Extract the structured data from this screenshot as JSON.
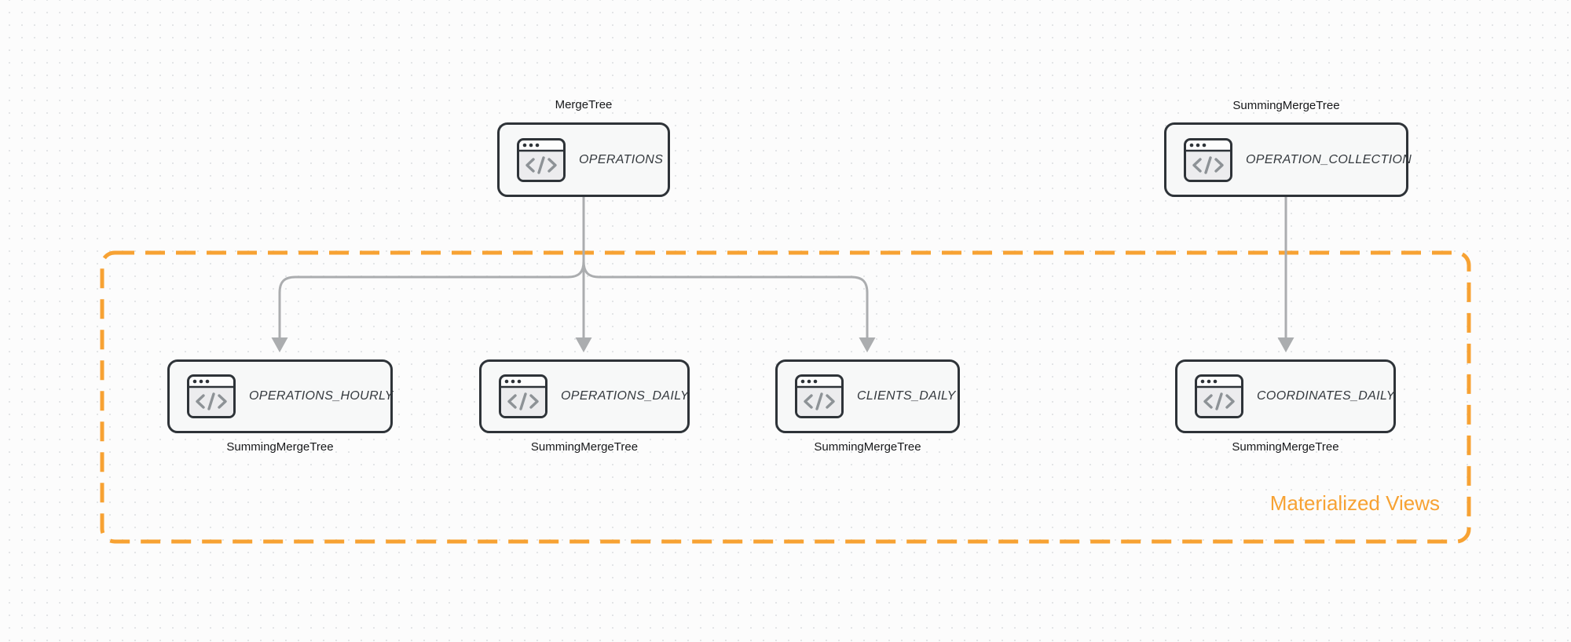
{
  "canvas": {
    "background": "#fcfcfc",
    "grid_dot_color": "#e3e5e7"
  },
  "colors": {
    "node_border": "#2e3338",
    "node_fill": "#f7f8f8",
    "node_title_text": "#34393e",
    "engine_label_text": "#17181a",
    "connector_gray": "#abadaf",
    "icon_glyph_gray": "#8d9296",
    "accent_orange": "#f7a233"
  },
  "nodes": [
    {
      "id": "operations",
      "title": "OPERATIONS",
      "engine": "MergeTree",
      "engine_position": "above",
      "icon": "code-window-icon"
    },
    {
      "id": "operation-collection",
      "title": "OPERATION_COLLECTION",
      "engine": "SummingMergeTree",
      "engine_position": "above",
      "icon": "code-window-icon"
    },
    {
      "id": "operations-hourly",
      "title": "OPERATIONS_HOURLY",
      "engine": "SummingMergeTree",
      "engine_position": "below",
      "icon": "code-window-icon"
    },
    {
      "id": "operations-daily",
      "title": "OPERATIONS_DAILY",
      "engine": "SummingMergeTree",
      "engine_position": "below",
      "icon": "code-window-icon"
    },
    {
      "id": "clients-daily",
      "title": "CLIENTS_DAILY",
      "engine": "SummingMergeTree",
      "engine_position": "below",
      "icon": "code-window-icon"
    },
    {
      "id": "coordinates-daily",
      "title": "COORDINATES_DAILY",
      "engine": "SummingMergeTree",
      "engine_position": "below",
      "icon": "code-window-icon"
    }
  ],
  "edges": [
    {
      "from": "operations",
      "to": "operations-hourly"
    },
    {
      "from": "operations",
      "to": "operations-daily"
    },
    {
      "from": "operations",
      "to": "clients-daily"
    },
    {
      "from": "operation-collection",
      "to": "coordinates-daily"
    }
  ],
  "group": {
    "label": "Materialized Views",
    "style": "dashed-orange"
  }
}
